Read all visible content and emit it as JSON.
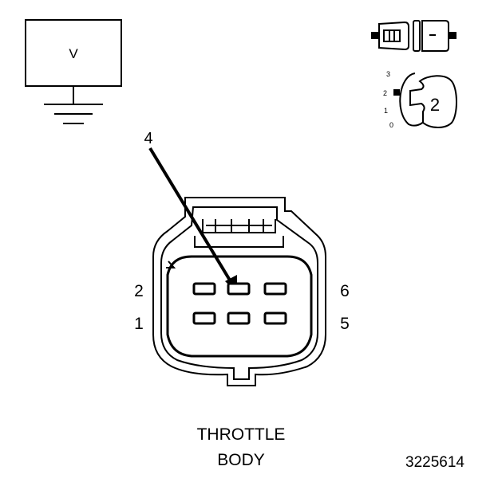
{
  "meter": {
    "symbol": "V"
  },
  "position_scale": {
    "ticks": [
      "3",
      "2",
      "1",
      "0"
    ],
    "selected": "2"
  },
  "connector": {
    "pin_callout": "4",
    "cavity_labels": {
      "top_left": "2",
      "bottom_left": "1",
      "top_right": "6",
      "bottom_right": "5"
    },
    "name_line1": "THROTTLE",
    "name_line2": "BODY"
  },
  "figure_number": "3225614"
}
